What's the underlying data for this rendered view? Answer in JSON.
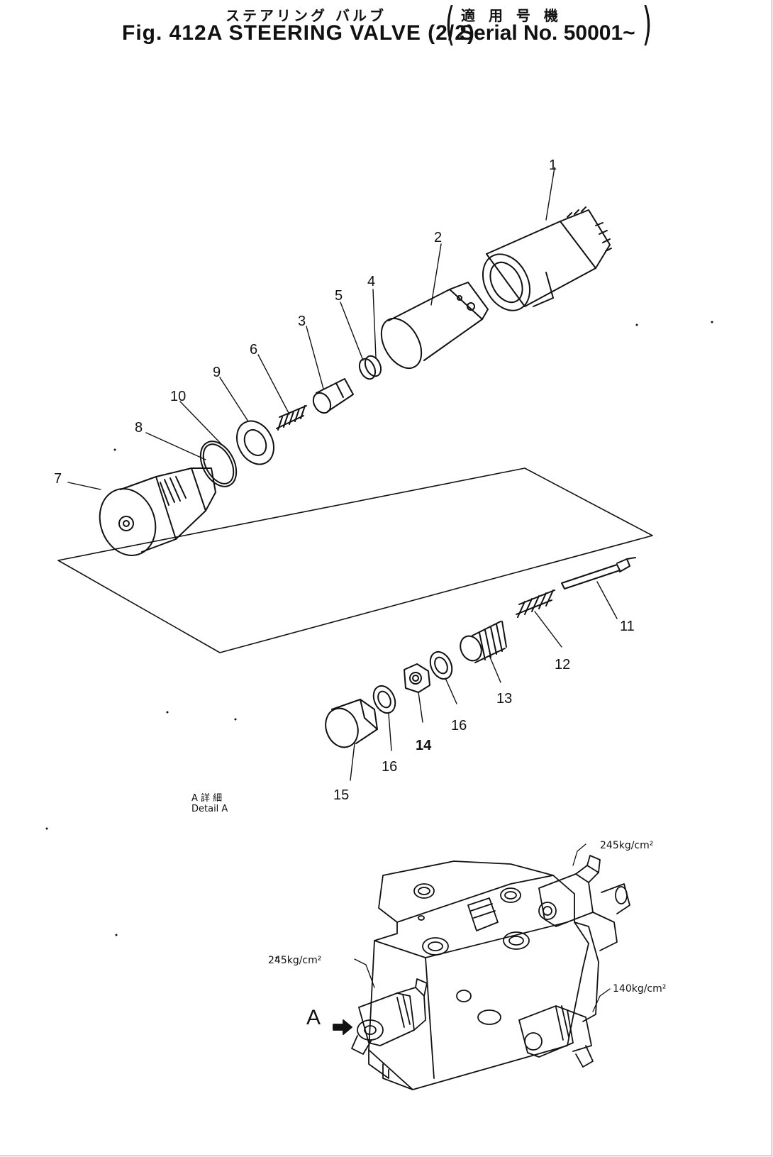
{
  "title": {
    "jp": "ステアリング バルブ",
    "main": "Fig. 412A STEERING VALVE (2/2)"
  },
  "serial": {
    "jp": "適 用 号 機",
    "text": "Serial No. 50001~"
  },
  "callouts": [
    "1",
    "2",
    "3",
    "4",
    "5",
    "6",
    "7",
    "8",
    "9",
    "10",
    "11",
    "12",
    "13",
    "14",
    "15",
    "16",
    "16"
  ],
  "detail": {
    "jp": "A 詳 細",
    "en": "Detail A"
  },
  "pressures": {
    "top_right": "245kg/cm²",
    "left": "245kg/cm²",
    "right": "140kg/cm²"
  },
  "view_arrow_label": "A"
}
